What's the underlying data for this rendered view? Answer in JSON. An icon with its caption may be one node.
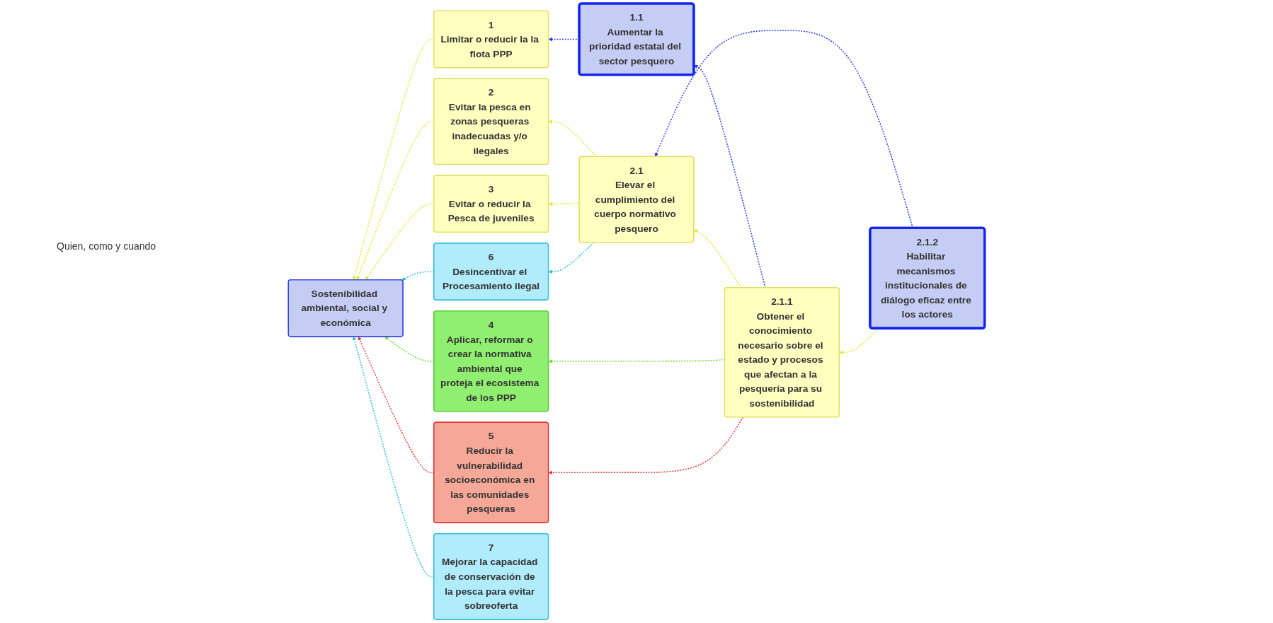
{
  "diagram": {
    "nodes": [
      {
        "text": [
          "Sostenibilidad ambiental, social y económica"
        ]
      },
      {
        "text": [
          "1",
          "Limitar o reducir la la flota PPP"
        ]
      },
      {
        "text": [
          "2",
          "Evitar la pesca en zonas pesqueras inadecuadas y/o ilegales"
        ]
      },
      {
        "text": [
          "3",
          "Evitar o reducir la Pesca de juveniles"
        ]
      },
      {
        "text": [
          "4",
          "Aplicar, reformar o crear la normativa ambiental que proteja el ecosistema de los PPP"
        ]
      },
      {
        "text": [
          "5",
          "Reducir la vulnerabilidad socioeconómica en las comunidades pesqueras"
        ]
      },
      {
        "text": [
          "6",
          "Desincentivar el Procesamiento ilegal"
        ]
      },
      {
        "text": [
          "7",
          "Mejorar la capacidad de conservación de la pesca para evitar sobreoferta"
        ]
      },
      {
        "text": [
          "1.1",
          "Aumentar la prioridad estatal del sector pesquero"
        ]
      },
      {
        "text": [
          "2.1",
          "Elevar el cumplimiento del cuerpo normativo pesquero"
        ]
      },
      {
        "text": [
          "2.1.1",
          "Obtener el conocimiento necesario sobre el estado y procesos que afectan a la pesquería para su sostenibilidad"
        ]
      },
      {
        "text": [
          "2.1.2",
          "Habilitar mecanismos institucionales de diálogo eficaz entre los actores"
        ]
      }
    ],
    "edges": [
      {
        "from": 1,
        "to": 0,
        "arrow": "to",
        "style": "dashed",
        "color": "#e6e633"
      },
      {
        "from": 2,
        "to": 0,
        "arrow": "to",
        "style": "dashed",
        "color": "#e6e633"
      },
      {
        "from": 3,
        "to": 0,
        "arrow": "to",
        "style": "dashed",
        "color": "#e6e633"
      },
      {
        "from": 4,
        "to": 0,
        "arrow": "to",
        "style": "dashed",
        "color": "#66dd33"
      },
      {
        "from": 5,
        "to": 0,
        "arrow": "to",
        "style": "dashed",
        "color": "#dd3333"
      },
      {
        "from": 6,
        "to": 0,
        "arrow": "to",
        "style": "dashed",
        "color": "#33bbdd"
      },
      {
        "from": 7,
        "to": 0,
        "arrow": "to",
        "style": "dashed",
        "color": "#33bbdd"
      },
      {
        "from": 8,
        "to": 1,
        "arrow": "to",
        "style": "dashed",
        "color": "#2233dd"
      },
      {
        "from": 9,
        "to": 2,
        "arrow": "to",
        "style": "dashed",
        "color": "#e6e633"
      },
      {
        "from": 9,
        "to": 3,
        "arrow": "to",
        "style": "dashed",
        "color": "#e6e633"
      },
      {
        "from": 9,
        "to": 6,
        "arrow": "to",
        "style": "dashed",
        "color": "#33bbdd"
      },
      {
        "from": 10,
        "to": 8,
        "arrow": "to",
        "style": "dashed",
        "color": "#2233dd"
      },
      {
        "from": 10,
        "to": 9,
        "arrow": "to",
        "style": "dashed",
        "color": "#e6e633"
      },
      {
        "from": 11,
        "to": 9,
        "arrow": "to",
        "style": "dashed",
        "color": "#2233dd"
      },
      {
        "from": 10,
        "to": 4,
        "arrow": "to",
        "style": "dashed",
        "color": "#66dd33"
      },
      {
        "from": 10,
        "to": 5,
        "arrow": "to",
        "style": "dashed",
        "color": "#dd3333"
      },
      {
        "from": 11,
        "to": 10,
        "arrow": "to",
        "style": "dashed",
        "color": "#e6e633"
      }
    ],
    "labels": [
      "Quien, como y cuando"
    ]
  }
}
